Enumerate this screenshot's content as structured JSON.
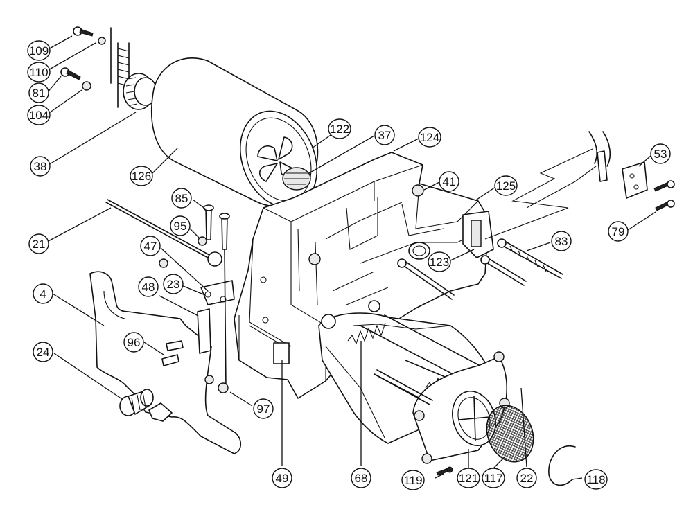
{
  "callouts": [
    {
      "id": "c109",
      "label": "109"
    },
    {
      "id": "c110",
      "label": "110"
    },
    {
      "id": "c81",
      "label": "81"
    },
    {
      "id": "c104",
      "label": "104"
    },
    {
      "id": "c38",
      "label": "38"
    },
    {
      "id": "c126",
      "label": "126"
    },
    {
      "id": "c122",
      "label": "122"
    },
    {
      "id": "c37",
      "label": "37"
    },
    {
      "id": "c124",
      "label": "124"
    },
    {
      "id": "c41",
      "label": "41"
    },
    {
      "id": "c125",
      "label": "125"
    },
    {
      "id": "c53",
      "label": "53"
    },
    {
      "id": "c79",
      "label": "79"
    },
    {
      "id": "c83",
      "label": "83"
    },
    {
      "id": "c123",
      "label": "123"
    },
    {
      "id": "c85",
      "label": "85"
    },
    {
      "id": "c95",
      "label": "95"
    },
    {
      "id": "c21",
      "label": "21"
    },
    {
      "id": "c47",
      "label": "47"
    },
    {
      "id": "c23",
      "label": "23"
    },
    {
      "id": "c48",
      "label": "48"
    },
    {
      "id": "c4",
      "label": "4"
    },
    {
      "id": "c96",
      "label": "96"
    },
    {
      "id": "c24",
      "label": "24"
    },
    {
      "id": "c97",
      "label": "97"
    },
    {
      "id": "c49",
      "label": "49"
    },
    {
      "id": "c68",
      "label": "68"
    },
    {
      "id": "c119",
      "label": "119"
    },
    {
      "id": "c121",
      "label": "121"
    },
    {
      "id": "c117",
      "label": "117"
    },
    {
      "id": "c22",
      "label": "22"
    },
    {
      "id": "c118",
      "label": "118"
    }
  ]
}
